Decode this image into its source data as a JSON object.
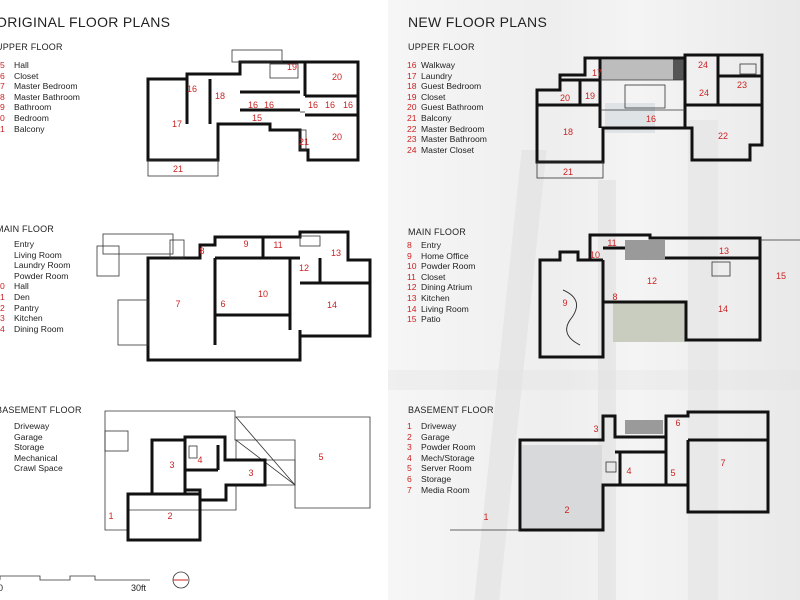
{
  "original": {
    "title": "ORIGINAL FLOOR PLANS",
    "upper": {
      "heading": "UPPER FLOOR",
      "legend": [
        {
          "n": "5",
          "label": "Hall"
        },
        {
          "n": "6",
          "label": "Closet"
        },
        {
          "n": "7",
          "label": "Master Bedroom"
        },
        {
          "n": "8",
          "label": "Master Bathroom"
        },
        {
          "n": "9",
          "label": "Bathroom"
        },
        {
          "n": "0",
          "label": "Bedroom"
        },
        {
          "n": "1",
          "label": "Balcony"
        }
      ],
      "room_numbers": [
        "19",
        "20",
        "16",
        "18",
        "16",
        "16",
        "16",
        "16",
        "16",
        "17",
        "15",
        "21",
        "20",
        "21"
      ]
    },
    "main": {
      "heading": "MAIN FLOOR",
      "legend": [
        {
          "n": "",
          "label": "Entry"
        },
        {
          "n": "",
          "label": "Living Room"
        },
        {
          "n": "",
          "label": "Laundry Room"
        },
        {
          "n": "",
          "label": "Powder Room"
        },
        {
          "n": "0",
          "label": "Hall"
        },
        {
          "n": "1",
          "label": "Den"
        },
        {
          "n": "2",
          "label": "Pantry"
        },
        {
          "n": "3",
          "label": "Kitchen"
        },
        {
          "n": "4",
          "label": "Dining Room"
        }
      ],
      "room_numbers": [
        "8",
        "9",
        "11",
        "13",
        "12",
        "7",
        "6",
        "10",
        "14"
      ]
    },
    "basement": {
      "heading": "BASEMENT FLOOR",
      "legend": [
        {
          "n": "",
          "label": "Driveway"
        },
        {
          "n": "",
          "label": "Garage"
        },
        {
          "n": "",
          "label": "Storage"
        },
        {
          "n": "",
          "label": "Mechanical"
        },
        {
          "n": "",
          "label": "Crawl Space"
        }
      ],
      "room_numbers": [
        "3",
        "4",
        "3",
        "5",
        "1",
        "2"
      ]
    },
    "scale": {
      "start": "0",
      "end": "30ft"
    }
  },
  "new": {
    "title": "NEW FLOOR PLANS",
    "upper": {
      "heading": "UPPER FLOOR",
      "legend": [
        {
          "n": "16",
          "label": "Walkway"
        },
        {
          "n": "17",
          "label": "Laundry"
        },
        {
          "n": "18",
          "label": "Guest Bedroom"
        },
        {
          "n": "19",
          "label": "Closet"
        },
        {
          "n": "20",
          "label": "Guest Bathroom"
        },
        {
          "n": "21",
          "label": "Balcony"
        },
        {
          "n": "22",
          "label": "Master Bedroom"
        },
        {
          "n": "23",
          "label": "Master Bathroom"
        },
        {
          "n": "24",
          "label": "Master Closet"
        }
      ],
      "room_numbers": [
        "17",
        "24",
        "20",
        "19",
        "23",
        "24",
        "16",
        "18",
        "22",
        "21"
      ]
    },
    "main": {
      "heading": "MAIN FLOOR",
      "legend": [
        {
          "n": "8",
          "label": "Entry"
        },
        {
          "n": "9",
          "label": "Home Office"
        },
        {
          "n": "10",
          "label": "Powder Room"
        },
        {
          "n": "11",
          "label": "Closet"
        },
        {
          "n": "12",
          "label": "Dining Atrium"
        },
        {
          "n": "13",
          "label": "Kitchen"
        },
        {
          "n": "14",
          "label": "Living Room"
        },
        {
          "n": "15",
          "label": "Patio"
        }
      ],
      "room_numbers": [
        "11",
        "10",
        "13",
        "12",
        "15",
        "9",
        "8",
        "14"
      ]
    },
    "basement": {
      "heading": "BASEMENT FLOOR",
      "legend": [
        {
          "n": "1",
          "label": "Driveway"
        },
        {
          "n": "2",
          "label": "Garage"
        },
        {
          "n": "3",
          "label": "Powder Room"
        },
        {
          "n": "4",
          "label": "Mech/Storage"
        },
        {
          "n": "5",
          "label": "Server Room"
        },
        {
          "n": "6",
          "label": "Storage"
        },
        {
          "n": "7",
          "label": "Media Room"
        }
      ],
      "room_numbers": [
        "3",
        "6",
        "4",
        "5",
        "7",
        "2",
        "1"
      ]
    }
  }
}
